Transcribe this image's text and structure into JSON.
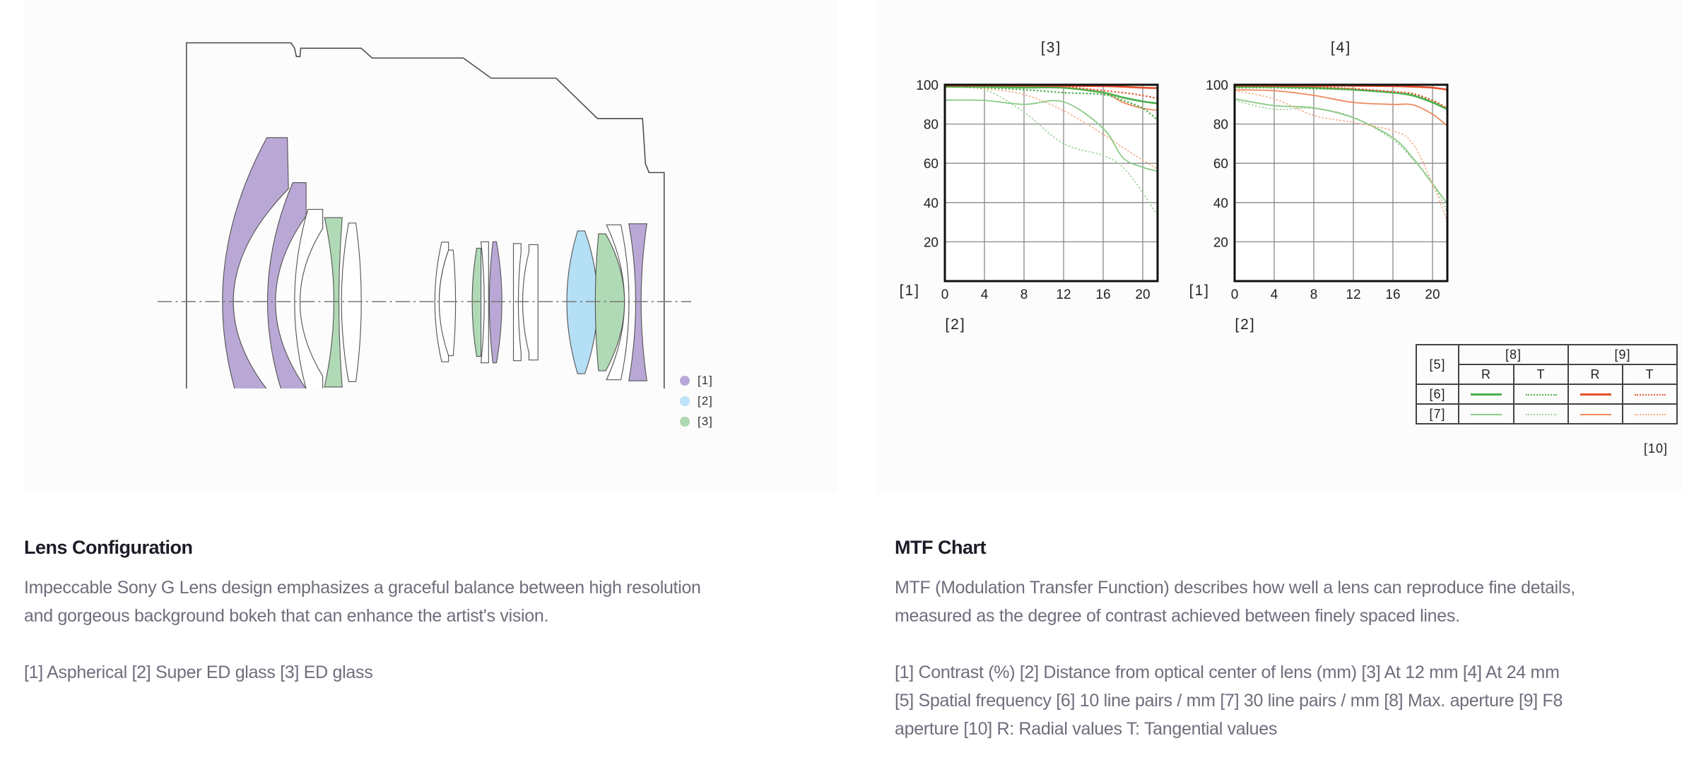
{
  "lens_config": {
    "heading": "Lens Configuration",
    "description_lines": [
      "Impeccable Sony G Lens design emphasizes a graceful balance between high resolution",
      "and gorgeous background bokeh that can enhance the artist's vision."
    ],
    "key_line": "[1] Aspherical [2] Super ED glass [3] ED glass",
    "legend": [
      {
        "label": "[1]",
        "color": "#b9a8d8"
      },
      {
        "label": "[2]",
        "color": "#bde2f7"
      },
      {
        "label": "[3]",
        "color": "#add8b0"
      }
    ],
    "colors": {
      "aspherical": "#b9a8d6",
      "super_ed": "#b5dff5",
      "ed": "#b0dab5",
      "outline": "#4a4a4a"
    }
  },
  "mtf": {
    "heading": "MTF Chart",
    "description_lines": [
      "MTF (Modulation Transfer Function) describes how well a lens can reproduce fine details,",
      "measured as the degree of contrast achieved between finely spaced lines."
    ],
    "key_lines": [
      "[1] Contrast (%) [2] Distance from optical center of lens (mm) [3] At 12 mm [4] At 24 mm",
      "[5] Spatial frequency [6] 10 line pairs / mm [7] 30 line pairs / mm [8] Max. aperture [9] F8",
      "aperture [10] R: Radial values T: Tangential values"
    ],
    "legend_table": {
      "corner": "[5]",
      "groups": [
        "[8]",
        "[9]"
      ],
      "subheaders": [
        "R",
        "T",
        "R",
        "T"
      ],
      "rows": [
        "[6]",
        "[7]"
      ],
      "note": "[10]"
    }
  },
  "chart_data": [
    {
      "type": "line",
      "title": "[3]",
      "ylabel": "[1]",
      "xlabel": "[2]",
      "xlim": [
        0,
        21.5
      ],
      "ylim": [
        0,
        100
      ],
      "xticks": [
        0,
        4,
        8,
        12,
        16,
        20
      ],
      "yticks": [
        20,
        40,
        60,
        80,
        100
      ],
      "grid": true,
      "x": [
        0,
        4,
        8,
        12,
        16,
        18,
        20,
        21.5
      ],
      "series": [
        {
          "name": "10 lp/mm Max aperture R",
          "color": "#49b04a",
          "dash": false,
          "width": 2.6,
          "values": [
            99,
            99,
            98.6,
            98.5,
            96,
            93.5,
            91.5,
            90.5
          ]
        },
        {
          "name": "10 lp/mm Max aperture T",
          "color": "#4cb04c",
          "dash": true,
          "width": 2.2,
          "values": [
            99,
            98.5,
            97.5,
            96,
            95,
            92,
            88,
            82
          ]
        },
        {
          "name": "30 lp/mm Max aperture R",
          "color": "#8acb86",
          "dash": false,
          "width": 1.8,
          "values": [
            92.2,
            92,
            90,
            91.3,
            77.8,
            62.8,
            58,
            56
          ]
        },
        {
          "name": "30 lp/mm Max aperture T",
          "color": "#9ccf98",
          "dash": true,
          "width": 1.6,
          "values": [
            99,
            97.5,
            86,
            70,
            64,
            58,
            45,
            33.4
          ]
        },
        {
          "name": "10 lp/mm F8 R",
          "color": "#e4502c",
          "dash": false,
          "width": 2.6,
          "values": [
            99.6,
            99.6,
            99.6,
            99.5,
            99.3,
            99,
            98.5,
            98.3
          ]
        },
        {
          "name": "10 lp/mm F8 T",
          "color": "#e65a36",
          "dash": true,
          "width": 2.2,
          "values": [
            99.5,
            99.5,
            99.4,
            99,
            97,
            96,
            94.5,
            93
          ]
        },
        {
          "name": "30 lp/mm F8 R",
          "color": "#ee8a5e",
          "dash": false,
          "width": 1.8,
          "values": [
            99.2,
            99,
            99,
            98.5,
            96,
            91,
            88,
            87
          ]
        },
        {
          "name": "30 lp/mm F8 T",
          "color": "#f4aa82",
          "dash": true,
          "width": 1.6,
          "values": [
            99,
            98,
            95,
            86.8,
            74.8,
            68,
            61.6,
            57
          ]
        }
      ]
    },
    {
      "type": "line",
      "title": "[4]",
      "ylabel": "[1]",
      "xlabel": "[2]",
      "xlim": [
        0,
        21.5
      ],
      "ylim": [
        0,
        100
      ],
      "xticks": [
        0,
        4,
        8,
        12,
        16,
        20
      ],
      "yticks": [
        20,
        40,
        60,
        80,
        100
      ],
      "grid": true,
      "x": [
        0,
        4,
        8,
        12,
        16,
        18,
        20,
        21.5
      ],
      "series": [
        {
          "name": "10 lp/mm Max aperture R",
          "color": "#49b04a",
          "dash": false,
          "width": 2.6,
          "values": [
            99,
            99,
            98.5,
            97.5,
            96,
            94.5,
            91,
            87.5
          ]
        },
        {
          "name": "10 lp/mm Max aperture T",
          "color": "#4cb04c",
          "dash": true,
          "width": 2.2,
          "values": [
            98.5,
            98.5,
            98,
            97.5,
            96.5,
            95,
            92,
            88
          ]
        },
        {
          "name": "30 lp/mm Max aperture R",
          "color": "#8acb86",
          "dash": false,
          "width": 1.8,
          "values": [
            92.8,
            89.4,
            88.2,
            83.2,
            73,
            62.8,
            49.6,
            39.4
          ]
        },
        {
          "name": "30 lp/mm Max aperture T",
          "color": "#9ccf98",
          "dash": true,
          "width": 1.6,
          "values": [
            92,
            87.5,
            88,
            83.5,
            72,
            62,
            50,
            35
          ]
        },
        {
          "name": "10 lp/mm F8 R",
          "color": "#e4502c",
          "dash": false,
          "width": 2.6,
          "values": [
            99.6,
            99.5,
            99.5,
            99.5,
            99.3,
            99,
            98.5,
            97.5
          ]
        },
        {
          "name": "10 lp/mm F8 T",
          "color": "#e65a36",
          "dash": true,
          "width": 2.2,
          "values": [
            99.5,
            99.3,
            99,
            98,
            96.5,
            95.5,
            92,
            88
          ]
        },
        {
          "name": "30 lp/mm F8 R",
          "color": "#ee8a5e",
          "dash": false,
          "width": 1.8,
          "values": [
            97.4,
            97,
            94.6,
            91,
            90,
            89.8,
            85,
            79
          ]
        },
        {
          "name": "30 lp/mm F8 T",
          "color": "#f4aa82",
          "dash": true,
          "width": 1.6,
          "values": [
            97,
            92.8,
            84.4,
            80.8,
            76.6,
            70,
            49.6,
            30.4
          ]
        }
      ]
    }
  ]
}
